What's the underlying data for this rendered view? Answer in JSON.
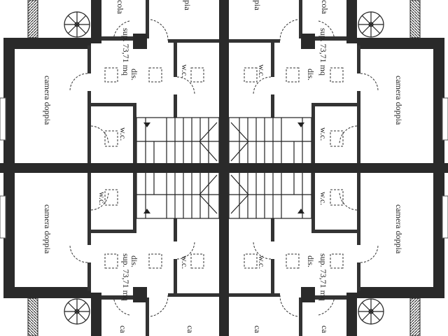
{
  "plan": {
    "quadrants": [
      {
        "id": "top-left",
        "camera": "camera doppia",
        "area": "sup. 73,71 mq",
        "corridor": "dis.",
        "wc_a": "w.c.",
        "wc_b": "w.c.",
        "room_top_a": "cola",
        "room_top_b": "pia"
      },
      {
        "id": "top-right",
        "camera": "camera doppia",
        "area": "sup. 73,71 mq",
        "corridor": "dis.",
        "wc_a": "w.c.",
        "wc_b": "w.c.",
        "room_top_a": "cola",
        "room_top_b": "pia"
      },
      {
        "id": "bottom-left",
        "camera": "camera doppia",
        "area": "sup. 73,71 mq",
        "corridor": "dis.",
        "wc_a": "w.c.",
        "wc_b": "w.c.",
        "room_top_a": "ca",
        "room_top_b": "ca"
      },
      {
        "id": "bottom-right",
        "camera": "camera doppia",
        "area": "sup. 73,71 mq",
        "corridor": "dis.",
        "wc_a": "w.c.",
        "wc_b": "w.c.",
        "room_top_a": "ca",
        "room_top_b": "ca"
      }
    ]
  }
}
